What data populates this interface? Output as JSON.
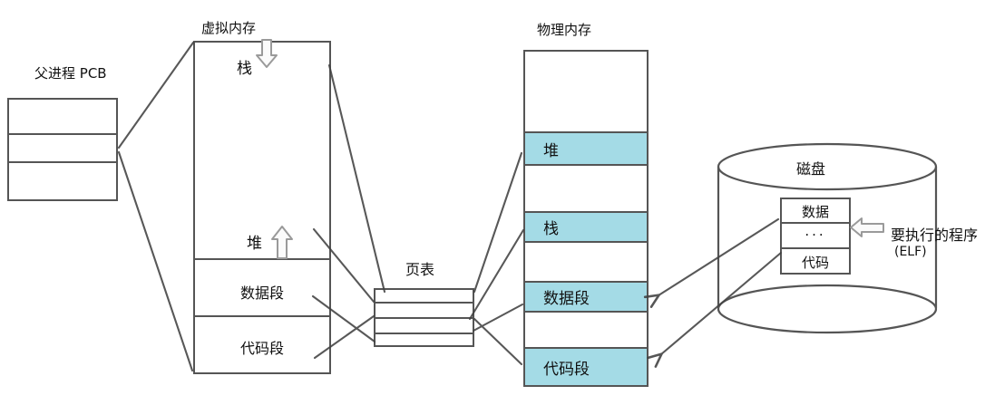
{
  "colors": {
    "highlight": "#a4dbe6"
  },
  "pcb": {
    "title": "父进程 PCB"
  },
  "virtual_memory": {
    "title": "虚拟内存",
    "stack_label": "栈",
    "heap_label": "堆",
    "data_segment_label": "数据段",
    "code_segment_label": "代码段"
  },
  "page_table": {
    "title": "页表"
  },
  "physical_memory": {
    "title": "物理内存",
    "heap_label": "堆",
    "stack_label": "栈",
    "data_segment_label": "数据段",
    "code_segment_label": "代码段"
  },
  "disk": {
    "title": "磁盘",
    "file_rows": [
      "数据",
      "...",
      "代码"
    ],
    "annotation_line1": "要执行的程序",
    "annotation_line2": "(ELF)"
  }
}
